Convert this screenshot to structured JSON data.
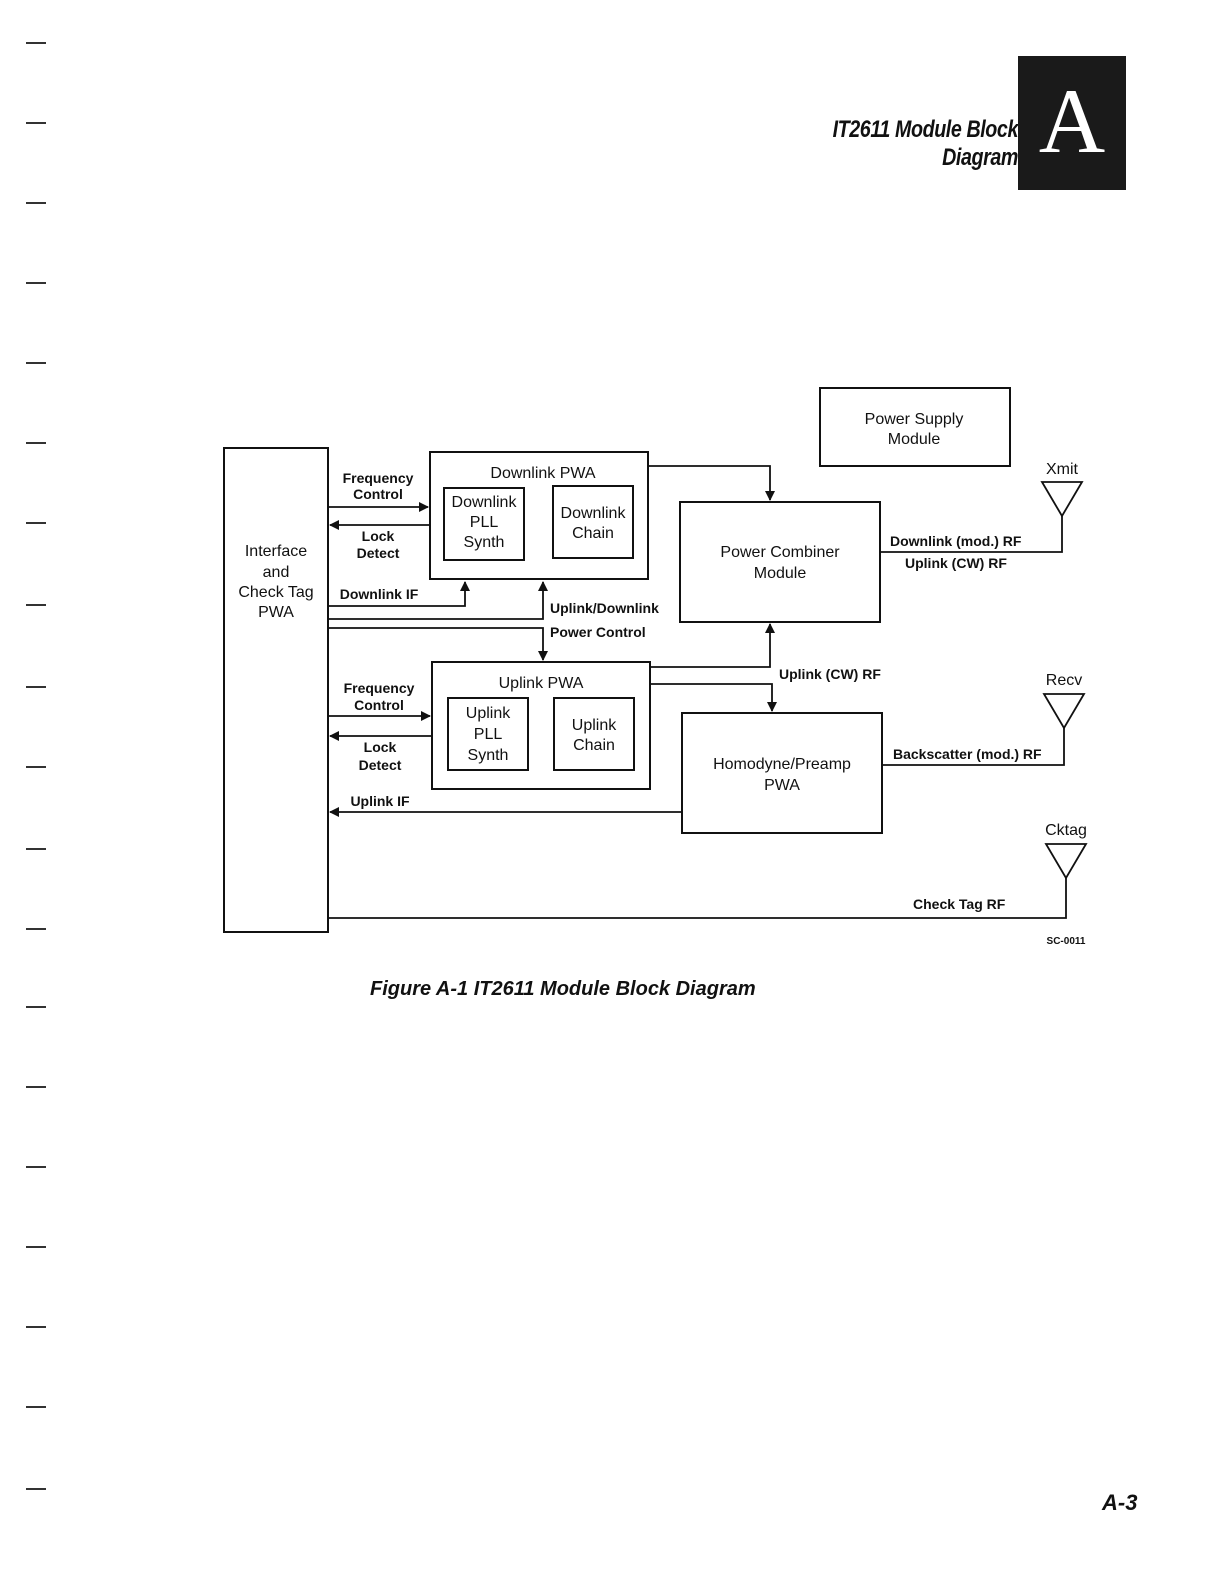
{
  "header": {
    "title": "IT2611 Module Block Diagram",
    "chapter_letter": "A"
  },
  "diagram": {
    "blocks": {
      "interface": [
        "Interface",
        "and",
        "Check Tag",
        "PWA"
      ],
      "downlink_pwa": "Downlink PWA",
      "downlink_pll": [
        "Downlink",
        "PLL",
        "Synth"
      ],
      "downlink_chain": [
        "Downlink",
        "Chain"
      ],
      "uplink_pwa": "Uplink PWA",
      "uplink_pll": [
        "Uplink",
        "PLL",
        "Synth"
      ],
      "uplink_chain": [
        "Uplink",
        "Chain"
      ],
      "power_supply": [
        "Power Supply",
        "Module"
      ],
      "power_combiner": [
        "Power Combiner",
        "Module"
      ],
      "homodyne": [
        "Homodyne/Preamp",
        "PWA"
      ]
    },
    "signals": {
      "dl_freq_control": [
        "Frequency",
        "Control"
      ],
      "dl_lock_detect": [
        "Lock",
        "Detect"
      ],
      "downlink_if": "Downlink IF",
      "power_control": [
        "Uplink/Downlink",
        "Power Control"
      ],
      "ul_freq_control": [
        "Frequency",
        "Control"
      ],
      "ul_lock_detect": [
        "Lock",
        "Detect"
      ],
      "uplink_if": "Uplink IF",
      "downlink_mod_rf": "Downlink (mod.) RF",
      "uplink_cw_rf_top": "Uplink (CW) RF",
      "uplink_cw_rf_mid": "Uplink (CW) RF",
      "backscatter_rf": "Backscatter (mod.) RF",
      "check_tag_rf": "Check Tag RF"
    },
    "antennas": {
      "xmit": "Xmit",
      "recv": "Recv",
      "cktag": "Cktag"
    },
    "figure_code": "SC-0011"
  },
  "caption": "Figure A-1  IT2611 Module Block Diagram",
  "page_number": "A-3"
}
